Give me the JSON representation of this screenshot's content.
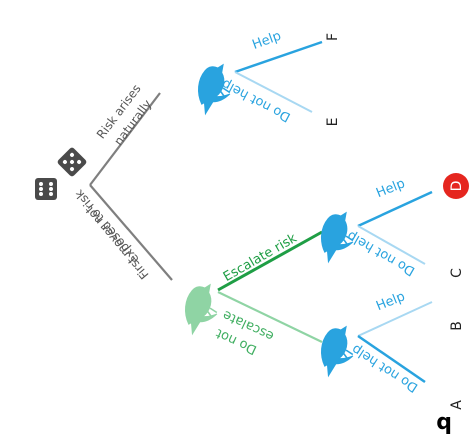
{
  "panel_label": "b",
  "labels": {
    "risk_arises": [
      "Risk arises",
      "naturally"
    ],
    "first_mover": [
      "First mover not",
      "exposed to risk"
    ],
    "escalate": "Escalate risk",
    "do_not_escalate": [
      "Do not",
      "escalate"
    ],
    "help": "Help",
    "do_not_help": "Do not help"
  },
  "outcomes": [
    "A",
    "B",
    "C",
    "D",
    "E",
    "F"
  ],
  "highlighted_outcome": "D",
  "colors": {
    "blue": "#29a3df",
    "blue_light": "#a8d8f2",
    "green": "#1f9e45",
    "green_light": "#8fd4a4",
    "grey": "#7f7f7f",
    "red": "#e5261f",
    "dice": "#4a4a4a"
  },
  "icons": [
    "dice-icon",
    "bird-icon"
  ]
}
